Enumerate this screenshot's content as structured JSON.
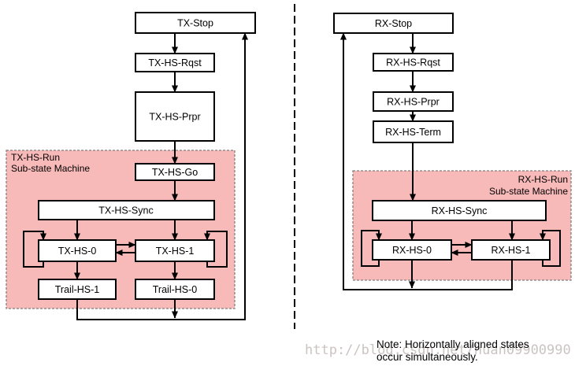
{
  "tx": {
    "stop": "TX-Stop",
    "rqst": "TX-HS-Rqst",
    "prpr": "TX-HS-Prpr",
    "go": "TX-HS-Go",
    "sync": "TX-HS-Sync",
    "hs0": "TX-HS-0",
    "hs1": "TX-HS-1",
    "trail1": "Trail-HS-1",
    "trail0": "Trail-HS-0",
    "substate_label": [
      "TX-HS-Run",
      "Sub-state Machine"
    ]
  },
  "rx": {
    "stop": "RX-Stop",
    "rqst": "RX-HS-Rqst",
    "prpr": "RX-HS-Prpr",
    "term": "RX-HS-Term",
    "sync": "RX-HS-Sync",
    "hs0": "RX-HS-0",
    "hs1": "RX-HS-1",
    "substate_label": [
      "RX-HS-Run",
      "Sub-state Machine"
    ]
  },
  "note": [
    "Note: Horizontally aligned states",
    "occur simultaneously."
  ],
  "watermark": "http://blog.csdn.net/huan09900990",
  "colors": {
    "substate_fill": "#f8b9b9",
    "substate_border": "#7f7f7f",
    "box_fill": "#ffffff",
    "line": "#000000",
    "watermark": "#ccc3c3",
    "background": "#ffffff"
  }
}
